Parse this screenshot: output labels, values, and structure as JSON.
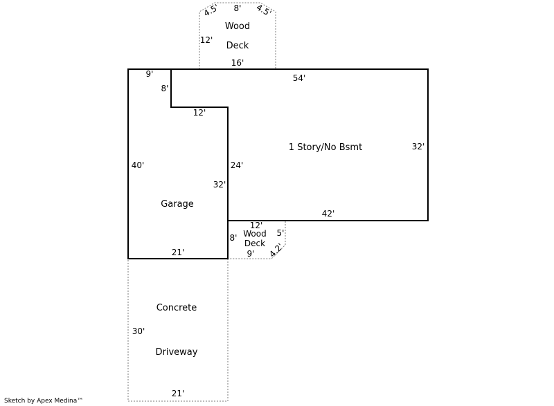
{
  "sketch": {
    "areas": {
      "house": "1 Story/No Bsmt",
      "garage": "Garage",
      "deck_top_line1": "Wood",
      "deck_top_line2": "Deck",
      "deck_bottom_line1": "Wood",
      "deck_bottom_line2": "Deck",
      "driveway_line1": "Concrete",
      "driveway_line2": "Driveway"
    },
    "dimensions": {
      "house_top": "54'",
      "house_right": "32'",
      "house_bottom": "42'",
      "house_inner_left": "24'",
      "notch_top": "9'",
      "notch_side": "8'",
      "notch_bottom": "12'",
      "garage_left": "40'",
      "garage_right": "32'",
      "garage_bottom": "21'",
      "deck_top_top": "8'",
      "deck_top_diag_left": "4.5'",
      "deck_top_diag_right": "4.5'",
      "deck_top_side": "12'",
      "deck_top_base": "16'",
      "deck_bottom_top": "12'",
      "deck_bottom_side_left": "8'",
      "deck_bottom_side_right": "5'",
      "deck_bottom_diag": "4.2'",
      "deck_bottom_base": "9'",
      "driveway_side": "30'",
      "driveway_bottom": "21'"
    },
    "credit": "Sketch by Apex Medina™"
  }
}
